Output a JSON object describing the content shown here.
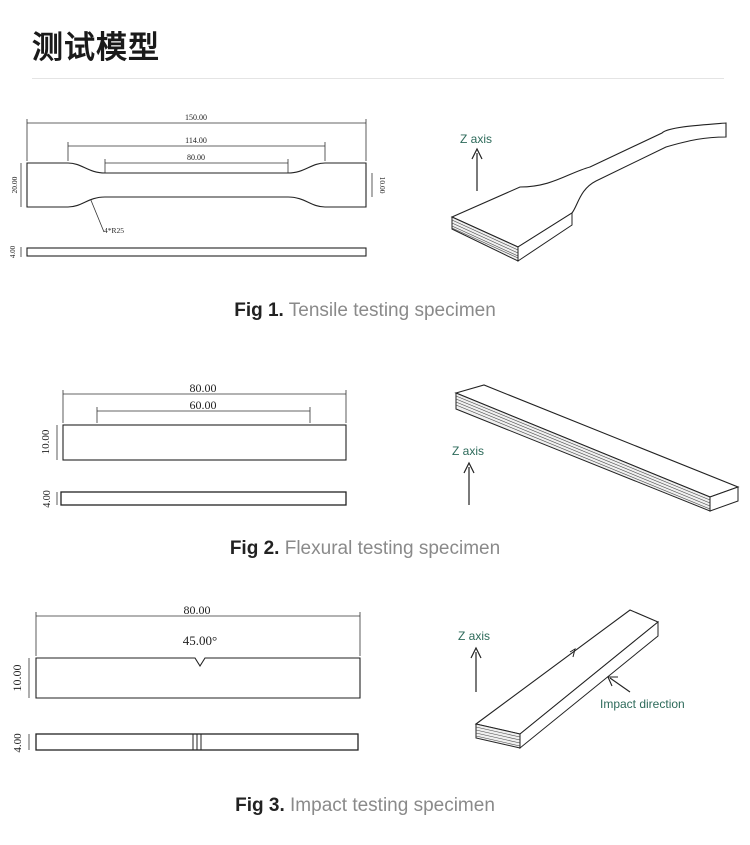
{
  "page": {
    "title": "测试模型"
  },
  "figures": [
    {
      "number": "Fig 1.",
      "caption": "Tensile testing specimen",
      "dims": {
        "overall": "150.00",
        "gauge_outer": "114.00",
        "gauge_inner": "80.00",
        "width_end": "20.00",
        "width_mid": "10.00",
        "radius": "4*R25",
        "thickness": "4.00"
      },
      "axis_label": "Z axis"
    },
    {
      "number": "Fig 2.",
      "caption": "Flexural testing specimen",
      "dims": {
        "length": "80.00",
        "span": "60.00",
        "width": "10.00",
        "thickness": "4.00"
      },
      "axis_label": "Z axis"
    },
    {
      "number": "Fig 3.",
      "caption": "Impact testing specimen",
      "dims": {
        "length": "80.00",
        "notch_angle": "45.00°",
        "width": "10.00",
        "thickness": "4.00"
      },
      "axis_label": "Z axis",
      "impact_label": "Impact direction"
    }
  ]
}
